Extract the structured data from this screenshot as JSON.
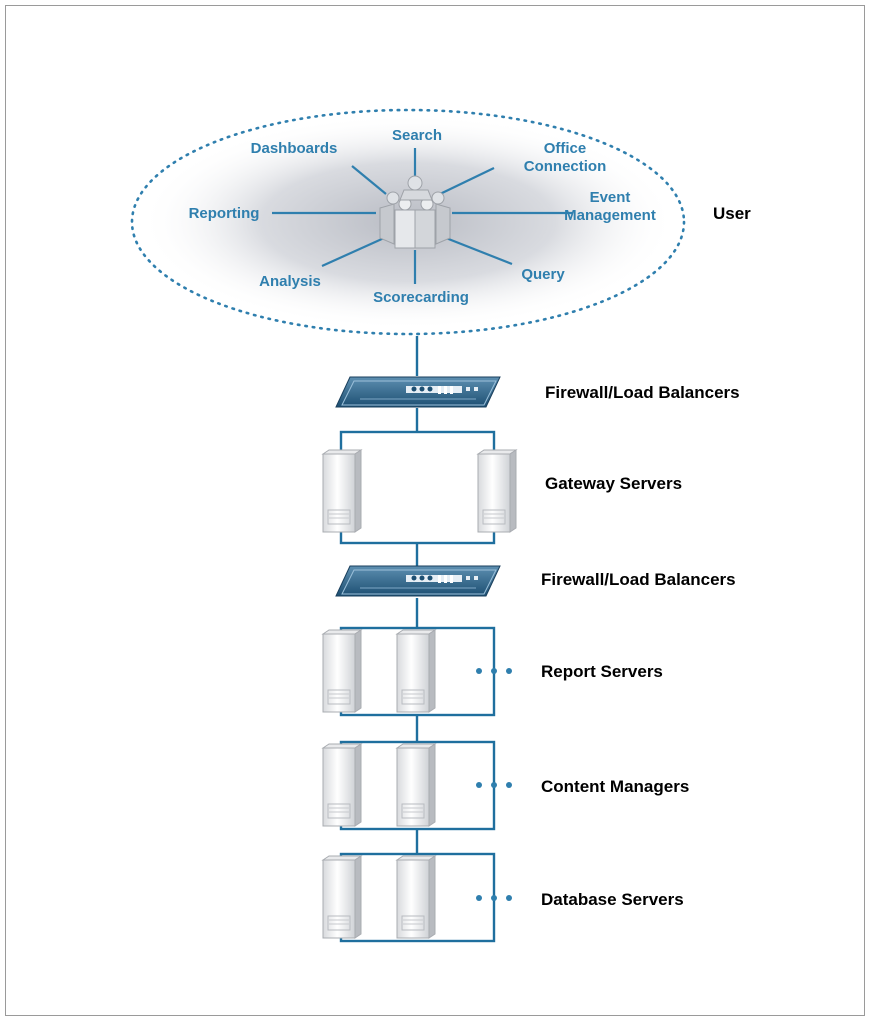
{
  "user_cluster": {
    "functions": {
      "dashboards": "Dashboards",
      "search": "Search",
      "office_line1": "Office",
      "office_line2": "Connection",
      "event_line1": "Event",
      "event_line2": "Management",
      "reporting": "Reporting",
      "analysis": "Analysis",
      "scorecarding": "Scorecarding",
      "query": "Query"
    },
    "label": "User"
  },
  "tiers": {
    "firewall_1": "Firewall/Load Balancers",
    "gateway": "Gateway Servers",
    "firewall_2": "Firewall/Load Balancers",
    "report": "Report Servers",
    "content": "Content Managers",
    "database": "Database Servers"
  },
  "colors": {
    "accent": "#2f7fae",
    "line": "#1f6f9e",
    "text": "#000000"
  }
}
